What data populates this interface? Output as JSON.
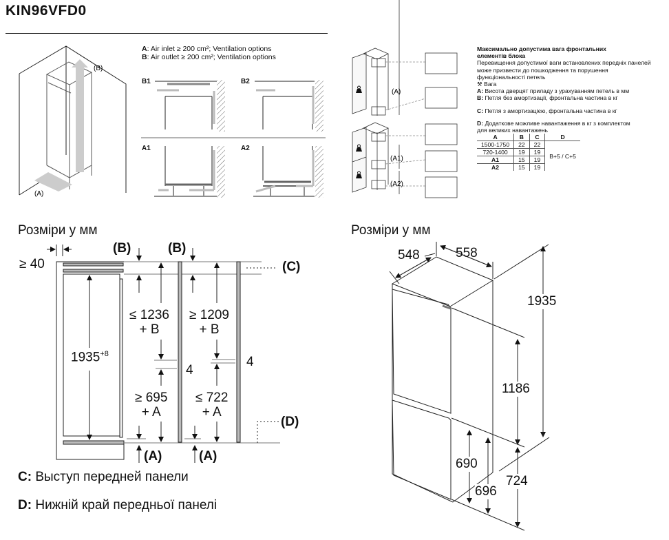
{
  "header": {
    "model": "KIN96VFD0"
  },
  "ventilation": {
    "legend": [
      {
        "key": "A",
        "text": ": Air inlet ≥ 200 cm²; Ventilation options"
      },
      {
        "key": "B",
        "text": ": Air outlet ≥ 200 cm²; Ventilation options"
      }
    ],
    "iso_labels": {
      "outlet": "(B)",
      "inlet": "(A)"
    },
    "panels": [
      "B1",
      "B2",
      "A1",
      "A2"
    ]
  },
  "hinge_weight": {
    "diagram_labels": [
      "(A)",
      "(A1)",
      "(A2)"
    ],
    "weight_icon": "weight-icon",
    "title": "Максимально допустима вага фронтальних елементів блока",
    "description": "Перевищення допустимої ваги встановлених передніх панелей може призвести до пошкодження та порушення функціональності петель",
    "legend": [
      {
        "key": "",
        "icon": "weight-icon",
        "text": "Вага"
      },
      {
        "key": "A:",
        "text": "Висота дверцят приладу з урахуванням петель в мм"
      },
      {
        "key": "B:",
        "text": "Петля без амортизації, фронтальна частина в кг"
      },
      {
        "key": "C:",
        "text": "Петля з амортизацією, фронтальна частина в кг"
      },
      {
        "key": "D:",
        "text": "Додаткове можливе навантаження в кг з комплектом для великих навантажень"
      }
    ],
    "table": {
      "headers": [
        "A",
        "B",
        "C",
        "D"
      ],
      "rows": [
        [
          "1500-1750",
          "22",
          "22"
        ],
        [
          "720-1400",
          "19",
          "19"
        ],
        [
          "A1",
          "15",
          "19"
        ],
        [
          "A2",
          "15",
          "19"
        ]
      ],
      "d_value": "B+5 / C+5"
    }
  },
  "niche_dims": {
    "title": "Розміри у мм",
    "gap": "≥ 40",
    "b_label": "(B)",
    "c_label": "(C)",
    "d_label": "(D)",
    "a_label": "(A)",
    "height": "1935",
    "height_tol": "+8",
    "upper_left": [
      "≤ 1236",
      "+ B"
    ],
    "upper_right": [
      "≥ 1209",
      "+ B"
    ],
    "lower_left": [
      "≥ 695",
      "+ A"
    ],
    "lower_right": [
      "≤ 722",
      "+ A"
    ],
    "gap4": "4",
    "notes": [
      {
        "key": "C:",
        "text": "Выступ передней панели"
      },
      {
        "key": "D:",
        "text": "Нижній край передньої панелі"
      }
    ]
  },
  "appliance_dims": {
    "title": "Розміри у мм",
    "depth": "548",
    "width": "558",
    "height": "1935",
    "upper_hinge": "1186",
    "d690": "690",
    "d696": "696",
    "d724": "724"
  }
}
